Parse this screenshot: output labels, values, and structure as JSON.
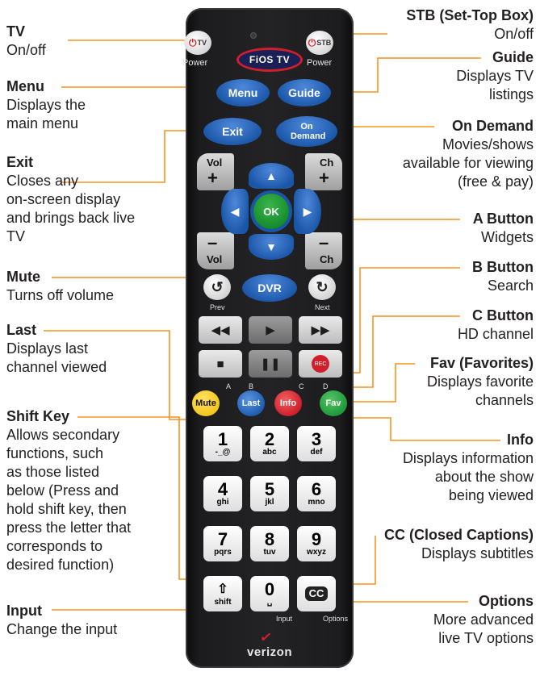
{
  "callouts": {
    "tv": {
      "title": "TV",
      "desc": "On/off"
    },
    "menu": {
      "title": "Menu",
      "desc_lines": [
        "Displays the",
        "main menu"
      ]
    },
    "exit": {
      "title": "Exit",
      "desc_lines": [
        "Closes any",
        "on-screen display",
        "and brings back live",
        "TV"
      ]
    },
    "mute": {
      "title": "Mute",
      "desc": "Turns off volume"
    },
    "last": {
      "title": "Last",
      "desc_lines": [
        "Displays last",
        "channel viewed"
      ]
    },
    "shift": {
      "title": "Shift Key",
      "desc_lines": [
        "Allows secondary",
        "functions, such",
        "as those listed",
        "below (Press and",
        "hold shift key, then",
        "press the letter that",
        "corresponds to",
        "desired function)"
      ]
    },
    "input": {
      "title": "Input",
      "desc": "Change the input"
    },
    "stb": {
      "title": "STB (Set-Top Box)",
      "desc": "On/off"
    },
    "guide": {
      "title": "Guide",
      "desc_lines": [
        "Displays TV",
        "listings"
      ]
    },
    "ondemand": {
      "title": "On Demand",
      "desc_lines": [
        "Movies/shows",
        "available for viewing",
        "(free & pay)"
      ]
    },
    "a": {
      "title": "A Button",
      "desc": "Widgets"
    },
    "b": {
      "title": "B Button",
      "desc": "Search"
    },
    "c": {
      "title": "C Button",
      "desc": "HD channel"
    },
    "fav": {
      "title": "Fav (Favorites)",
      "desc_lines": [
        "Displays favorite",
        "channels"
      ]
    },
    "info": {
      "title": "Info",
      "desc_lines": [
        "Displays information",
        "about the show",
        "being viewed"
      ]
    },
    "cc": {
      "title": "CC (Closed Captions)",
      "desc": "Displays subtitles"
    },
    "options": {
      "title": "Options",
      "desc_lines": [
        "More advanced",
        "live TV options"
      ]
    }
  },
  "remote": {
    "tv_power": "TV",
    "stb_power": "STB",
    "power_label": "Power",
    "fios_logo": "FiOS TV",
    "menu": "Menu",
    "guide": "Guide",
    "exit": "Exit",
    "on_demand": "On Demand",
    "vol": "Vol",
    "ch": "Ch",
    "plus": "+",
    "minus": "–",
    "ok": "OK",
    "dvr": "DVR",
    "prev": "Prev",
    "next": "Next",
    "rec": "REC",
    "mute": "Mute",
    "last": "Last",
    "info": "Info",
    "fav": "Fav",
    "a": "A",
    "b": "B",
    "c": "C",
    "d": "D",
    "shift": "shift",
    "input": "Input",
    "options": "Options",
    "cc": "CC",
    "brand": "verizon",
    "keys": [
      {
        "n": "1",
        "s": "-_@"
      },
      {
        "n": "2",
        "s": "abc"
      },
      {
        "n": "3",
        "s": "def"
      },
      {
        "n": "4",
        "s": "ghi"
      },
      {
        "n": "5",
        "s": "jkl"
      },
      {
        "n": "6",
        "s": "mno"
      },
      {
        "n": "7",
        "s": "pqrs"
      },
      {
        "n": "8",
        "s": "tuv"
      },
      {
        "n": "9",
        "s": "wxyz"
      }
    ],
    "zero": {
      "n": "0",
      "s": "␣"
    },
    "icons": {
      "power": "power-icon",
      "up": "arrow-up-icon",
      "down": "arrow-down-icon",
      "left": "arrow-left-icon",
      "right": "arrow-right-icon",
      "prev": "replay-icon",
      "next": "skip-icon",
      "rewind": "rewind-icon",
      "play": "play-icon",
      "ffwd": "fast-forward-icon",
      "stop": "stop-icon",
      "pause": "pause-icon",
      "shift": "shift-arrow-icon"
    },
    "colors": {
      "leader": "#f7941d",
      "blue": "#1a56a8",
      "ok_green": "#138a2c",
      "mute_yellow": "#f2c81c",
      "last_blue": "#1e5fb3",
      "info_red": "#cf1f2b",
      "fav_green": "#1e9a3a",
      "fios_red": "#cf1f2b"
    }
  }
}
